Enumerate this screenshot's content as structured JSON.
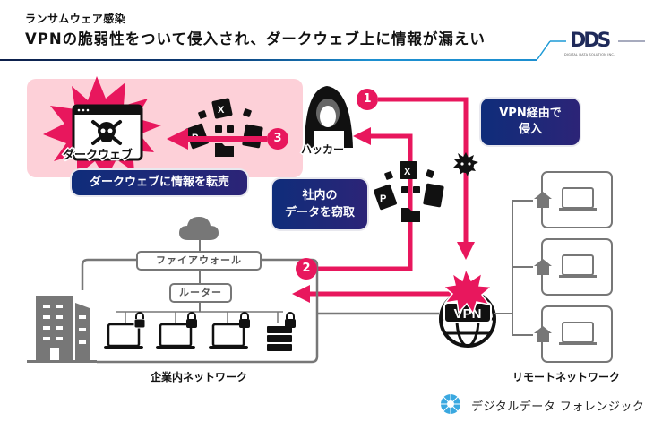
{
  "header": {
    "subtitle": "ランサムウェア感染",
    "title": "VPNの脆弱性をついて侵入され、ダークウェブ上に情報が漏えい",
    "logo": "DDS",
    "logo_sub": "DIGITAL DATA SOLUTION INC."
  },
  "dark_web": {
    "label": "ダークウェブ",
    "bubble": "ダークウェブに情報を転売"
  },
  "hacker": {
    "label": "ハッカー"
  },
  "steps": [
    "1",
    "2",
    "3"
  ],
  "callouts": {
    "vpn_intrusion_line1": "VPN経由で",
    "vpn_intrusion_line2": "侵入",
    "steal_line1": "社内の",
    "steal_line2": "データを窃取"
  },
  "corporate": {
    "firewall": "ファイアウォール",
    "router": "ルーター",
    "label": "企業内ネットワーク"
  },
  "vpn": {
    "label": "VPN"
  },
  "remote": {
    "label": "リモートネットワーク"
  },
  "footer": {
    "brand": "デジタルデータ フォレンジック"
  },
  "colors": {
    "accent": "#e8175d",
    "pink_bg": "#fdd0d8",
    "navy": "#1a2a78",
    "gray": "#777777"
  }
}
